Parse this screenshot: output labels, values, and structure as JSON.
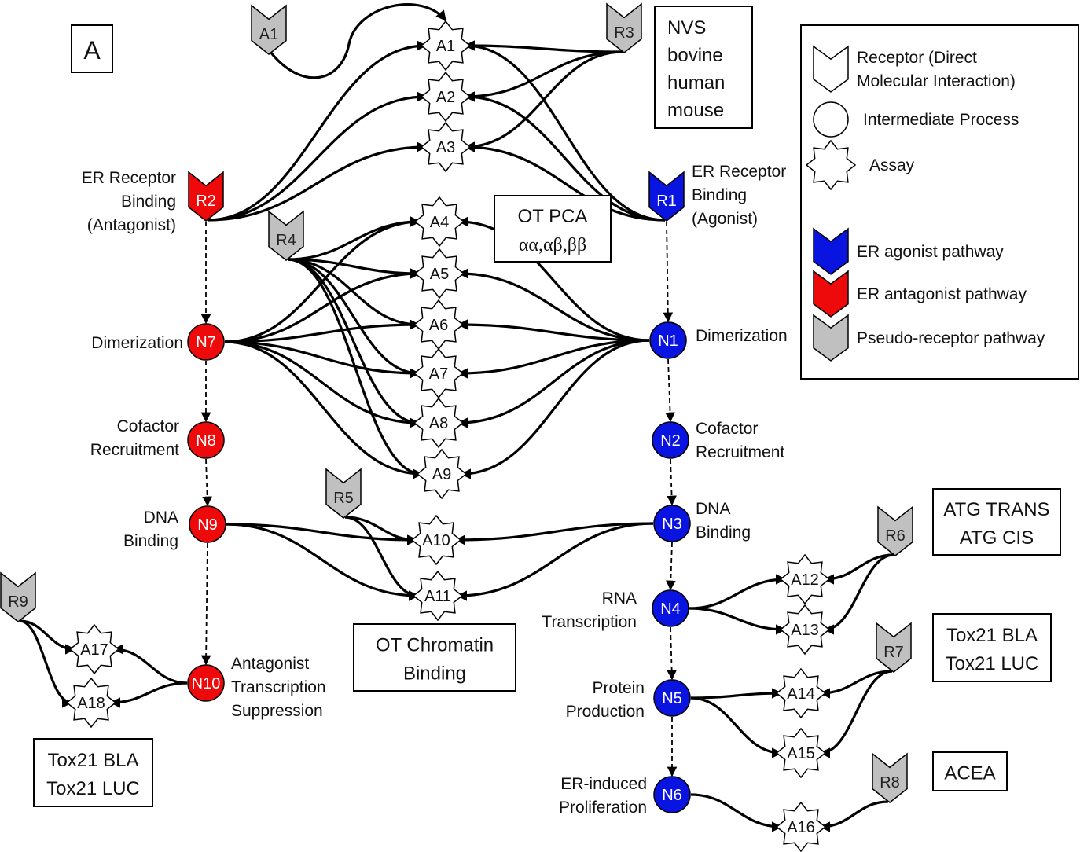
{
  "panel_label": "A",
  "colors": {
    "agonist": "#0a14e0",
    "antagonist": "#ee0a0a",
    "pseudo": "#c0c0c0",
    "assay_fill": "#ffffff",
    "stroke": "#000000"
  },
  "legend": {
    "items": [
      {
        "shape": "receptor",
        "fill": "#ffffff",
        "lines": [
          "Receptor (Direct",
          "Molecular Interaction)"
        ]
      },
      {
        "shape": "circle",
        "fill": "#ffffff",
        "lines": [
          "Intermediate Process"
        ]
      },
      {
        "shape": "assay",
        "fill": "#ffffff",
        "lines": [
          "Assay"
        ]
      },
      {
        "shape": "receptor",
        "fill": "#0a14e0",
        "lines": [
          "ER agonist pathway"
        ]
      },
      {
        "shape": "receptor",
        "fill": "#ee0a0a",
        "lines": [
          "ER antagonist pathway"
        ]
      },
      {
        "shape": "receptor",
        "fill": "#c0c0c0",
        "lines": [
          "Pseudo-receptor pathway"
        ]
      }
    ]
  },
  "receptors": [
    {
      "id": "R1",
      "pathway": "agonist",
      "label_lines": [
        "ER Receptor",
        "Binding",
        "(Agonist)"
      ],
      "label_side": "right"
    },
    {
      "id": "R2",
      "pathway": "antagonist",
      "label_lines": [
        "ER Receptor",
        "Binding",
        "(Antagonist)"
      ],
      "label_side": "left"
    },
    {
      "id": "R3",
      "pathway": "pseudo",
      "label_lines": []
    },
    {
      "id": "R4",
      "pathway": "pseudo",
      "label_lines": []
    },
    {
      "id": "R5",
      "pathway": "pseudo",
      "label_lines": []
    },
    {
      "id": "R6",
      "pathway": "pseudo",
      "label_lines": []
    },
    {
      "id": "R7",
      "pathway": "pseudo",
      "label_lines": []
    },
    {
      "id": "R8",
      "pathway": "pseudo",
      "label_lines": []
    },
    {
      "id": "R9",
      "pathway": "pseudo",
      "label_lines": []
    },
    {
      "id": "A1",
      "pathway": "pseudo",
      "label_lines": []
    }
  ],
  "processes": [
    {
      "id": "N1",
      "pathway": "agonist",
      "label_lines": [
        "Dimerization"
      ],
      "label_side": "right"
    },
    {
      "id": "N2",
      "pathway": "agonist",
      "label_lines": [
        "Cofactor",
        "Recruitment"
      ],
      "label_side": "right"
    },
    {
      "id": "N3",
      "pathway": "agonist",
      "label_lines": [
        "DNA",
        "Binding"
      ],
      "label_side": "right"
    },
    {
      "id": "N4",
      "pathway": "agonist",
      "label_lines": [
        "RNA",
        "Transcription"
      ],
      "label_side": "left"
    },
    {
      "id": "N5",
      "pathway": "agonist",
      "label_lines": [
        "Protein",
        "Production"
      ],
      "label_side": "left"
    },
    {
      "id": "N6",
      "pathway": "agonist",
      "label_lines": [
        "ER-induced",
        "Proliferation"
      ],
      "label_side": "left"
    },
    {
      "id": "N7",
      "pathway": "antagonist",
      "label_lines": [
        "Dimerization"
      ],
      "label_side": "left"
    },
    {
      "id": "N8",
      "pathway": "antagonist",
      "label_lines": [
        "Cofactor",
        "Recruitment"
      ],
      "label_side": "left"
    },
    {
      "id": "N9",
      "pathway": "antagonist",
      "label_lines": [
        "DNA",
        "Binding"
      ],
      "label_side": "left"
    },
    {
      "id": "N10",
      "pathway": "antagonist",
      "label_lines": [
        "Antagonist",
        "Transcription",
        "Suppression"
      ],
      "label_side": "right"
    }
  ],
  "assays": [
    "A1",
    "A2",
    "A3",
    "A4",
    "A5",
    "A6",
    "A7",
    "A8",
    "A9",
    "A10",
    "A11",
    "A12",
    "A13",
    "A14",
    "A15",
    "A16",
    "A17",
    "A18"
  ],
  "source_boxes": [
    {
      "id": "nvs",
      "lines": [
        "NVS",
        "bovine",
        "human",
        "mouse"
      ]
    },
    {
      "id": "ot-pca",
      "lines": [
        "OT PCA",
        "αα,αβ,ββ"
      ]
    },
    {
      "id": "ot-chromatin",
      "lines": [
        "OT Chromatin",
        "Binding"
      ]
    },
    {
      "id": "atg",
      "lines": [
        "ATG TRANS",
        "ATG CIS"
      ]
    },
    {
      "id": "tox21-right",
      "lines": [
        "Tox21 BLA",
        "Tox21 LUC"
      ]
    },
    {
      "id": "acea",
      "lines": [
        "ACEA"
      ]
    },
    {
      "id": "tox21-left",
      "lines": [
        "Tox21 BLA",
        "Tox21 LUC"
      ]
    }
  ],
  "pathway_edges": [
    [
      "R1",
      "N1"
    ],
    [
      "N1",
      "N2"
    ],
    [
      "N2",
      "N3"
    ],
    [
      "N3",
      "N4"
    ],
    [
      "N4",
      "N5"
    ],
    [
      "N5",
      "N6"
    ],
    [
      "R2",
      "N7"
    ],
    [
      "N7",
      "N8"
    ],
    [
      "N8",
      "N9"
    ],
    [
      "N9",
      "N10"
    ]
  ],
  "assay_edges": [
    [
      "RA1",
      "A1"
    ],
    [
      "R2",
      "A1"
    ],
    [
      "R2",
      "A2"
    ],
    [
      "R2",
      "A3"
    ],
    [
      "R1",
      "A1"
    ],
    [
      "R1",
      "A2"
    ],
    [
      "R1",
      "A3"
    ],
    [
      "R3",
      "A1"
    ],
    [
      "R3",
      "A2"
    ],
    [
      "R3",
      "A3"
    ],
    [
      "N7",
      "A4"
    ],
    [
      "N7",
      "A5"
    ],
    [
      "N7",
      "A6"
    ],
    [
      "N7",
      "A7"
    ],
    [
      "N7",
      "A8"
    ],
    [
      "N7",
      "A9"
    ],
    [
      "R4",
      "A4"
    ],
    [
      "R4",
      "A5"
    ],
    [
      "R4",
      "A6"
    ],
    [
      "R4",
      "A7"
    ],
    [
      "R4",
      "A8"
    ],
    [
      "R4",
      "A9"
    ],
    [
      "N1",
      "A4"
    ],
    [
      "N1",
      "A5"
    ],
    [
      "N1",
      "A6"
    ],
    [
      "N1",
      "A7"
    ],
    [
      "N1",
      "A8"
    ],
    [
      "N1",
      "A9"
    ],
    [
      "N9",
      "A10"
    ],
    [
      "N9",
      "A11"
    ],
    [
      "R5",
      "A10"
    ],
    [
      "R5",
      "A11"
    ],
    [
      "N3",
      "A10"
    ],
    [
      "N3",
      "A11"
    ],
    [
      "N4",
      "A12"
    ],
    [
      "N4",
      "A13"
    ],
    [
      "R6",
      "A12"
    ],
    [
      "R6",
      "A13"
    ],
    [
      "N5",
      "A14"
    ],
    [
      "N5",
      "A15"
    ],
    [
      "R7",
      "A14"
    ],
    [
      "R7",
      "A15"
    ],
    [
      "N6",
      "A16"
    ],
    [
      "R8",
      "A16"
    ],
    [
      "N10",
      "A17"
    ],
    [
      "N10",
      "A18"
    ],
    [
      "R9",
      "A17"
    ],
    [
      "R9",
      "A18"
    ]
  ]
}
